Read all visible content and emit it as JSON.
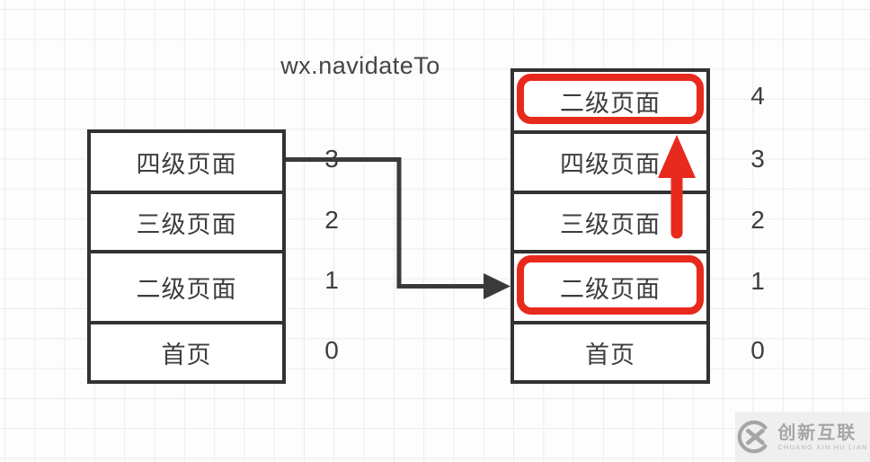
{
  "title": "wx.navidateTo",
  "colors": {
    "highlight_red": "#e8291d",
    "stroke_dark": "#323232",
    "text": "#3d3d3d",
    "grid": "#ececec",
    "logo_gray": "#a8a5a6"
  },
  "left_stack": {
    "rows": [
      {
        "label": "四级页面",
        "index": "3"
      },
      {
        "label": "三级页面",
        "index": "2"
      },
      {
        "label": "二级页面",
        "index": "1"
      },
      {
        "label": "首页",
        "index": "0"
      }
    ]
  },
  "right_stack": {
    "rows": [
      {
        "label": "二级页面",
        "index": "4",
        "highlighted": true
      },
      {
        "label": "四级页面",
        "index": "3",
        "highlighted": false
      },
      {
        "label": "三级页面",
        "index": "2",
        "highlighted": false
      },
      {
        "label": "二级页面",
        "index": "1",
        "highlighted": true
      },
      {
        "label": "首页",
        "index": "0",
        "highlighted": false
      }
    ]
  },
  "watermark": {
    "brand": "创新互联",
    "subtext": "CHUANG XIN HU LIAN"
  }
}
